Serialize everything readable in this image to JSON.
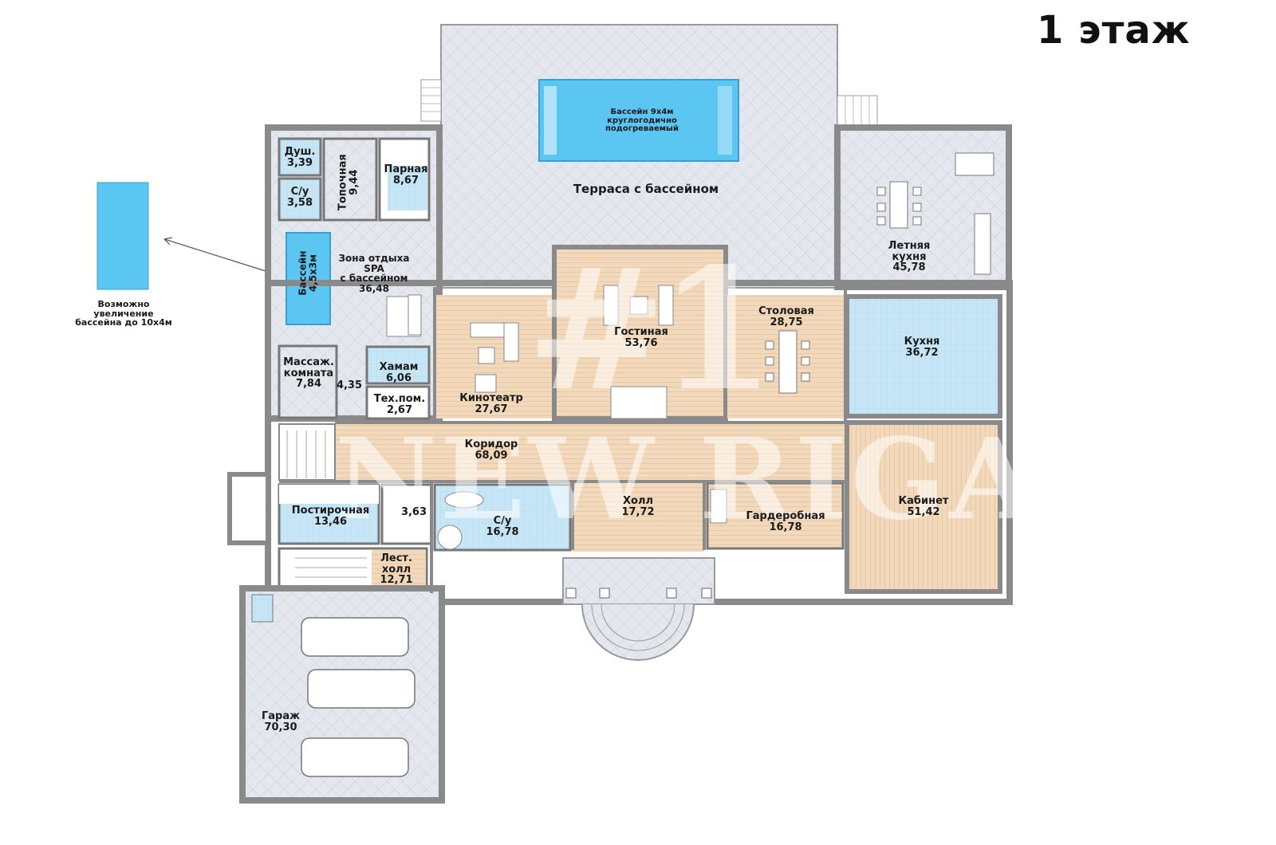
{
  "title": "1 этаж",
  "watermark": {
    "mark": "#1",
    "brand": "NEW RIGA"
  },
  "colors": {
    "wall": "#8a8a8a",
    "tile": "#dfe4ea",
    "wood": "#f1d8ba",
    "water": "#5cc6f2",
    "wet_room": "#bfe3f4"
  },
  "note": {
    "line1": "Возможно",
    "line2": "увеличение",
    "line3": "бассейна до 10х4м"
  },
  "rooms": {
    "pool_outdoor": {
      "line1": "Бассейн 9х4м",
      "line2": "круглогодично",
      "line3": "подогреваемый"
    },
    "terrace": {
      "name": "Терраса с бассейном"
    },
    "summer_kitchen": {
      "name1": "Летняя",
      "name2": "кухня",
      "area": "45,78"
    },
    "shower": {
      "name": "Душ.",
      "area": "3,39"
    },
    "wc1": {
      "name": "С/у",
      "area": "3,58"
    },
    "furnace": {
      "name": "Топочная",
      "area": "9,44"
    },
    "steam": {
      "name": "Парная",
      "area": "8,67"
    },
    "spa_pool": {
      "name": "Бассейн",
      "size": "4,5х3м"
    },
    "spa_zone": {
      "line1": "Зона отдыха",
      "line2": "SPA",
      "line3": "с бассейном",
      "area": "36,48"
    },
    "massage": {
      "name1": "Массаж.",
      "name2": "комната",
      "area": "7,84"
    },
    "vestibule": {
      "area": "4,35"
    },
    "hamam": {
      "name": "Хамам",
      "area": "6,06"
    },
    "tech": {
      "name": "Тех.пом.",
      "area": "2,67"
    },
    "cinema": {
      "name": "Кинотеатр",
      "area": "27,67"
    },
    "living": {
      "name": "Гостиная",
      "area": "53,76"
    },
    "dining": {
      "name": "Столовая",
      "area": "28,75"
    },
    "kitchen": {
      "name": "Кухня",
      "area": "36,72"
    },
    "corridor": {
      "name": "Коридор",
      "area": "68,09"
    },
    "laundry": {
      "name": "Постирочная",
      "area": "13,46"
    },
    "small": {
      "area": "3,63"
    },
    "wc2": {
      "name": "С/у",
      "area": "16,78"
    },
    "hall": {
      "name": "Холл",
      "area": "17,72"
    },
    "wardrobe": {
      "name": "Гардеробная",
      "area": "16,78"
    },
    "office": {
      "name": "Кабинет",
      "area": "51,42"
    },
    "stair_hall": {
      "name1": "Лест.",
      "name2": "холл",
      "area": "12,71"
    },
    "garage": {
      "name": "Гараж",
      "area": "70,30"
    }
  }
}
